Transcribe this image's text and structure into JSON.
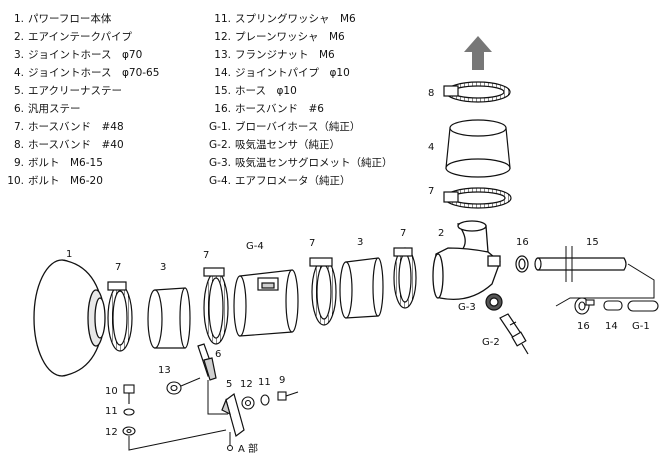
{
  "parts_left": [
    {
      "no": "1.",
      "name": "パワーフロー本体"
    },
    {
      "no": "2.",
      "name": "エアインテークパイプ"
    },
    {
      "no": "3.",
      "name": "ジョイントホース　φ70"
    },
    {
      "no": "4.",
      "name": "ジョイントホース　φ70-65"
    },
    {
      "no": "5.",
      "name": "エアクリーナステー"
    },
    {
      "no": "6.",
      "name": "汎用ステー"
    },
    {
      "no": "7.",
      "name": "ホースバンド　#48"
    },
    {
      "no": "8.",
      "name": "ホースバンド　#40"
    },
    {
      "no": "9.",
      "name": "ボルト　M6-15"
    },
    {
      "no": "10.",
      "name": "ボルト　M6-20"
    }
  ],
  "parts_right": [
    {
      "no": "11.",
      "name": "スプリングワッシャ　M6"
    },
    {
      "no": "12.",
      "name": "プレーンワッシャ　M6"
    },
    {
      "no": "13.",
      "name": "フランジナット　M6"
    },
    {
      "no": "14.",
      "name": "ジョイントパイプ　φ10"
    },
    {
      "no": "15.",
      "name": "ホース　φ10"
    },
    {
      "no": "16.",
      "name": "ホースバンド　#6"
    },
    {
      "no": "G-1.",
      "name": "ブローバイホース（純正）"
    },
    {
      "no": "G-2.",
      "name": "吸気温センサ（純正）"
    },
    {
      "no": "G-3.",
      "name": "吸気温センサグロメット（純正）"
    },
    {
      "no": "G-4.",
      "name": "エアフロメータ（純正）"
    }
  ],
  "callouts": {
    "c1": "1",
    "c7a": "7",
    "c3a": "3",
    "c7b": "7",
    "cG4": "G-4",
    "c7c": "7",
    "c3b": "3",
    "c7d": "7",
    "c2": "2",
    "c16a": "16",
    "c15": "15",
    "c8": "8",
    "c4": "4",
    "c7e": "7",
    "cG3": "G-3",
    "cG2": "G-2",
    "c16b": "16",
    "c14": "14",
    "cG1": "G-1",
    "c6": "6",
    "c13": "13",
    "c5": "5",
    "c12a": "12",
    "c11a": "11",
    "c9": "9",
    "c10": "10",
    "c11b": "11",
    "c12b": "12",
    "detail_label": "A 部"
  },
  "colors": {
    "line": "#111111",
    "arrow": "#777777",
    "shade": "#cfcfcf"
  }
}
